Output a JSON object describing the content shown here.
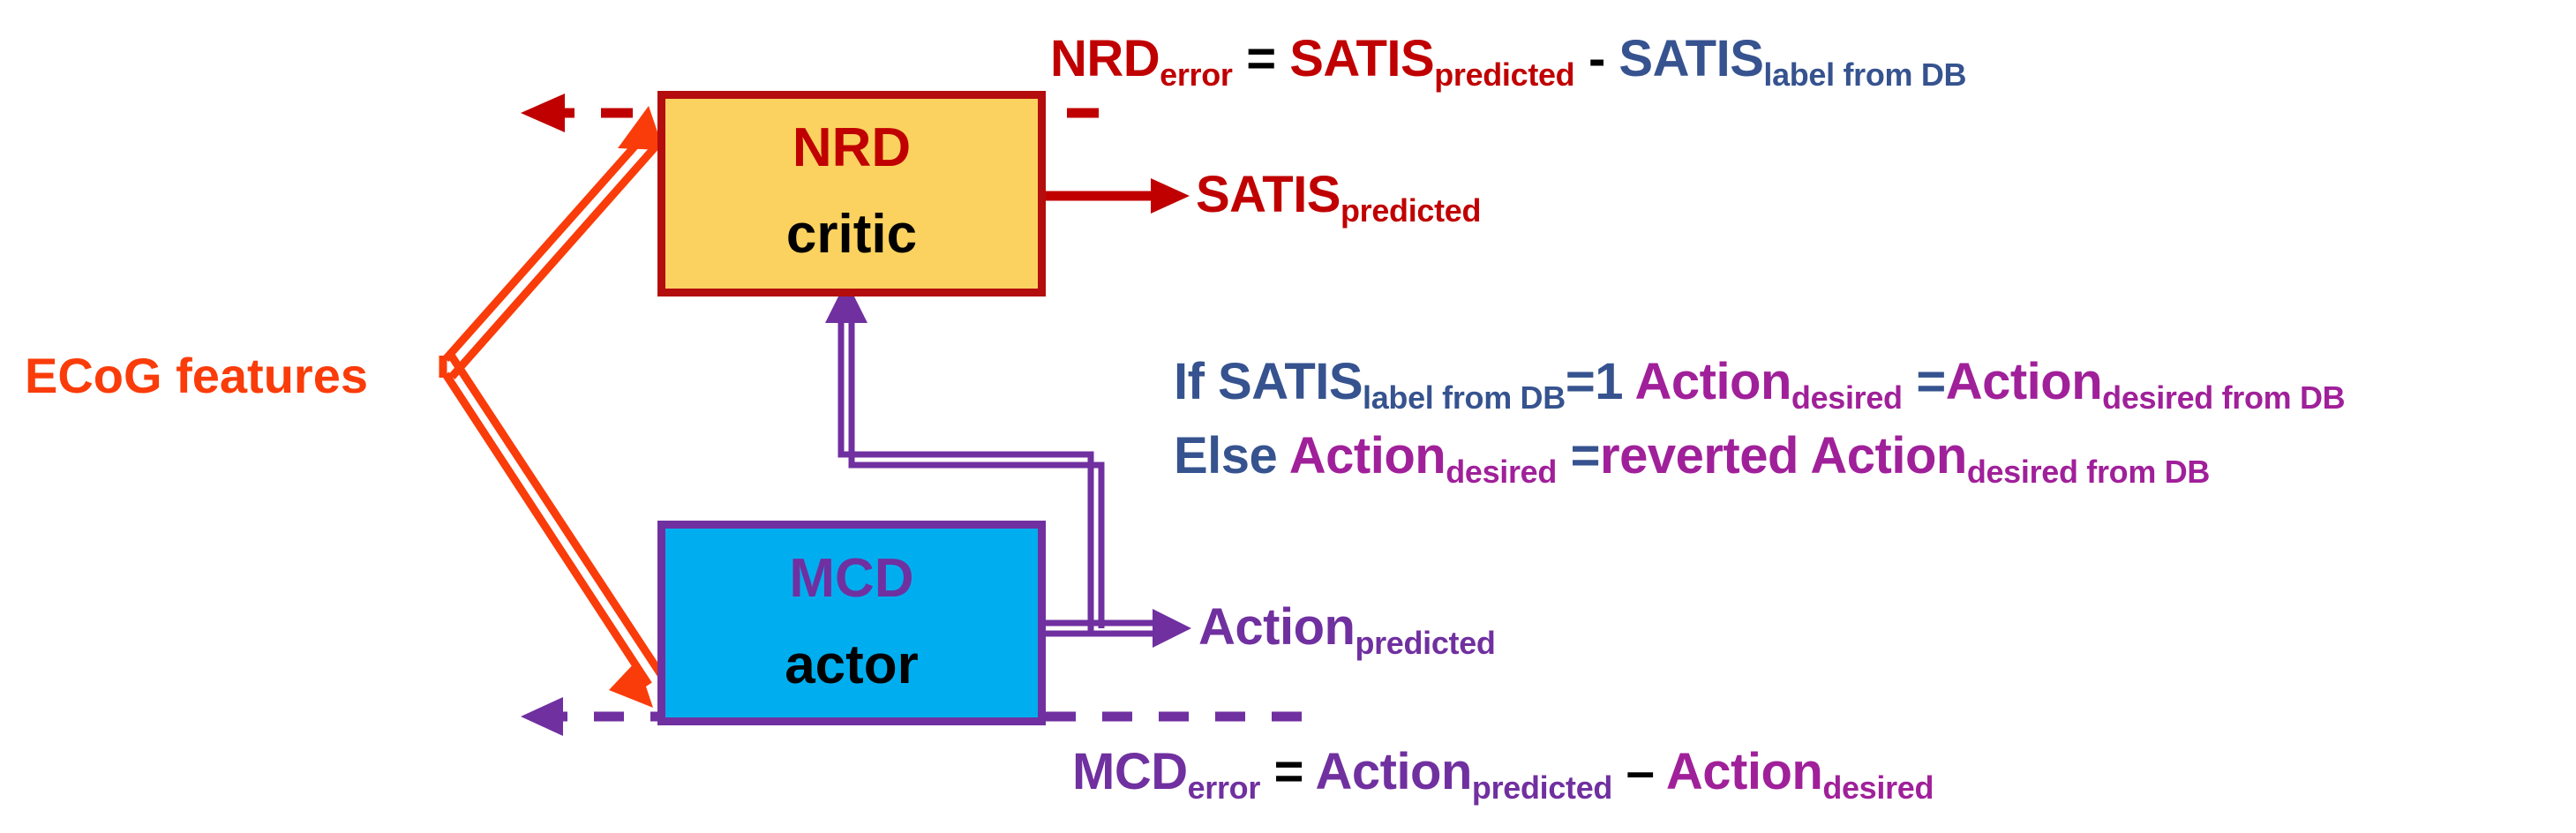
{
  "diagram": {
    "title": "NRD critic / MCD actor reinforcement learning block diagram",
    "colors": {
      "ecog_orange": "#FA3C0A",
      "nrd_red": "#C00000",
      "nrd_box_fill": "#FBD25F",
      "nrd_box_border": "#B40D0D",
      "mcd_box_fill": "#00AEEF",
      "mcd_box_border": "#7030A0",
      "purple": "#7030A0",
      "magenta": "#A0209A",
      "blue": "#36538F"
    },
    "input_label": "ECoG features",
    "blocks": [
      {
        "name": "nrd-critic",
        "title": "NRD",
        "subtitle": "critic",
        "title_color": "#C00000",
        "subtitle_color": "#000000",
        "fill": "#FBD25F",
        "border": "#B40D0D"
      },
      {
        "name": "mcd-actor",
        "title": "MCD",
        "subtitle": "actor",
        "title_color": "#7030A0",
        "subtitle_color": "#000000",
        "fill": "#00AEEF",
        "border": "#7030A0"
      }
    ],
    "equations": {
      "nrd_error": {
        "lhs": "NRD",
        "lhs_sub": "error",
        "eq": " = ",
        "term1": "SATIS",
        "term1_sub": "predicted",
        "op": " - ",
        "term2": "SATIS",
        "term2_sub": "label from DB"
      },
      "mcd_error": {
        "lhs": "MCD",
        "lhs_sub": "error",
        "eq": " = ",
        "term1": "Action",
        "term1_sub": "predicted",
        "op": " – ",
        "term2": "Action",
        "term2_sub": "desired"
      }
    },
    "outputs": {
      "nrd_output": "SATIS",
      "nrd_output_sub": "predicted",
      "mcd_output": "Action",
      "mcd_output_sub": "predicted"
    },
    "rule": {
      "if_keyword": "If ",
      "if_var": "SATIS",
      "if_var_sub": "label from DB",
      "if_eq": "=1 ",
      "if_assign_lhs": "Action",
      "if_assign_lhs_sub": "desired",
      "if_assign_eq": " =",
      "if_assign_rhs": "Action",
      "if_assign_rhs_sub": "desired from DB",
      "else_keyword": "Else ",
      "else_assign_lhs": "Action",
      "else_assign_lhs_sub": "desired",
      "else_assign_eq": " =",
      "else_assign_rhs": "reverted Action",
      "else_assign_rhs_sub": "desired from DB"
    }
  }
}
